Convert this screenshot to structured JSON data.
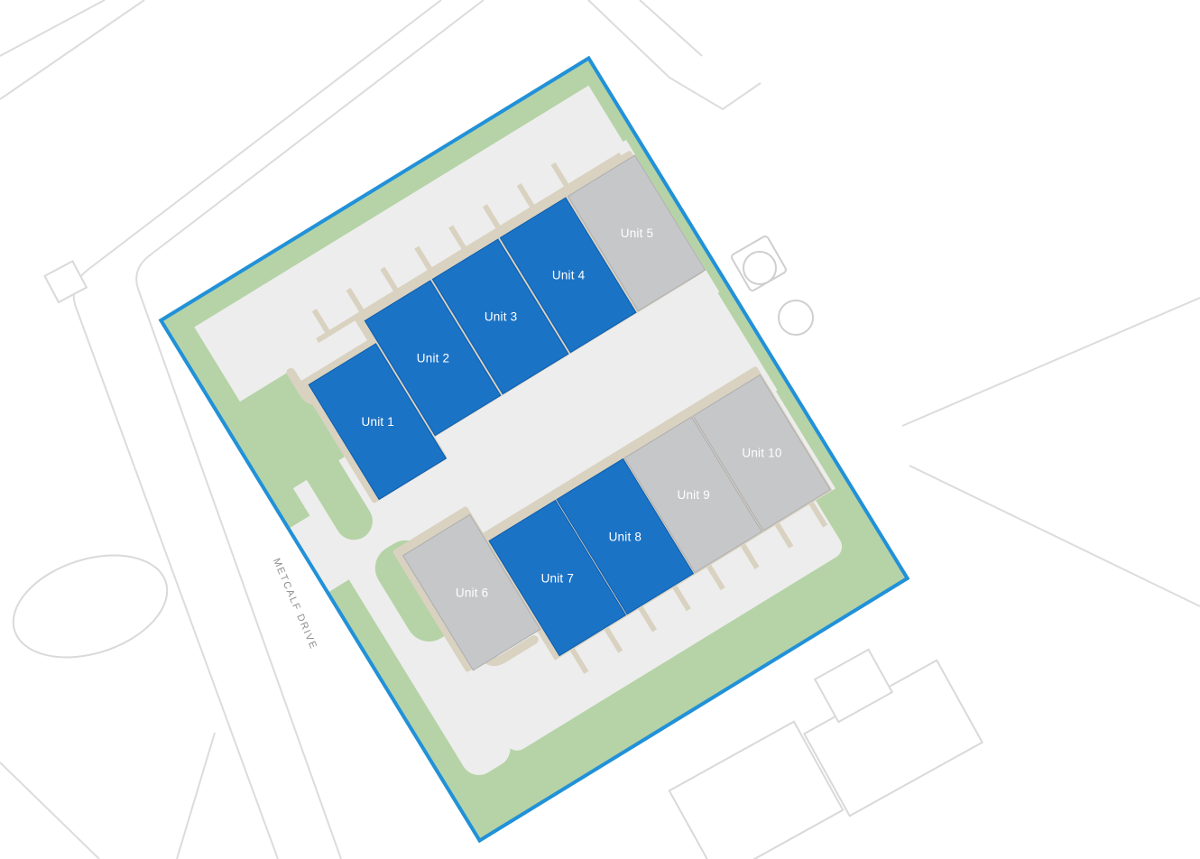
{
  "site_plan": {
    "road_label": "METCALF DRIVE",
    "boundary_color": "#2191d9",
    "landscaping_color": "#b5d3a6",
    "paving_color": "#ededed",
    "kerb_color": "#d9d2c0",
    "unit_state_colors": {
      "highlighted": "#1b73c6",
      "standard": "#c6c7c9"
    },
    "units": [
      {
        "id": "unit-1",
        "label": "Unit 1",
        "state": "highlighted"
      },
      {
        "id": "unit-2",
        "label": "Unit 2",
        "state": "highlighted"
      },
      {
        "id": "unit-3",
        "label": "Unit 3",
        "state": "highlighted"
      },
      {
        "id": "unit-4",
        "label": "Unit 4",
        "state": "highlighted"
      },
      {
        "id": "unit-5",
        "label": "Unit 5",
        "state": "standard"
      },
      {
        "id": "unit-6",
        "label": "Unit 6",
        "state": "standard"
      },
      {
        "id": "unit-7",
        "label": "Unit 7",
        "state": "highlighted"
      },
      {
        "id": "unit-8",
        "label": "Unit 8",
        "state": "highlighted"
      },
      {
        "id": "unit-9",
        "label": "Unit 9",
        "state": "standard"
      },
      {
        "id": "unit-10",
        "label": "Unit 10",
        "state": "standard"
      }
    ]
  }
}
